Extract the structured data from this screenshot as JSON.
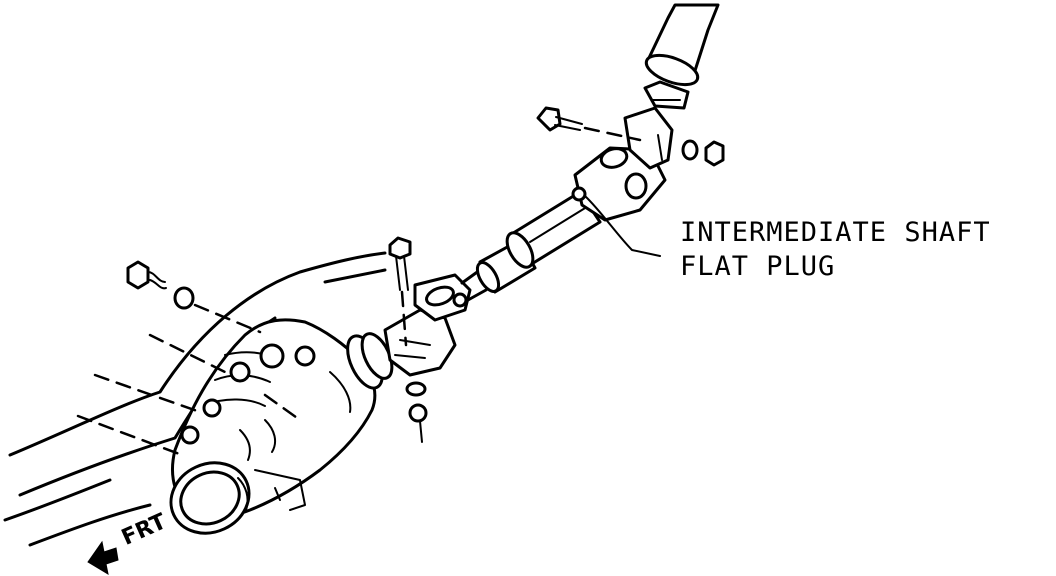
{
  "diagram": {
    "callout_label_line1": "INTERMEDIATE SHAFT",
    "callout_label_line2": "FLAT PLUG",
    "direction_label": "FRT",
    "icons": {
      "direction_arrow": "arrow-left-icon"
    }
  }
}
